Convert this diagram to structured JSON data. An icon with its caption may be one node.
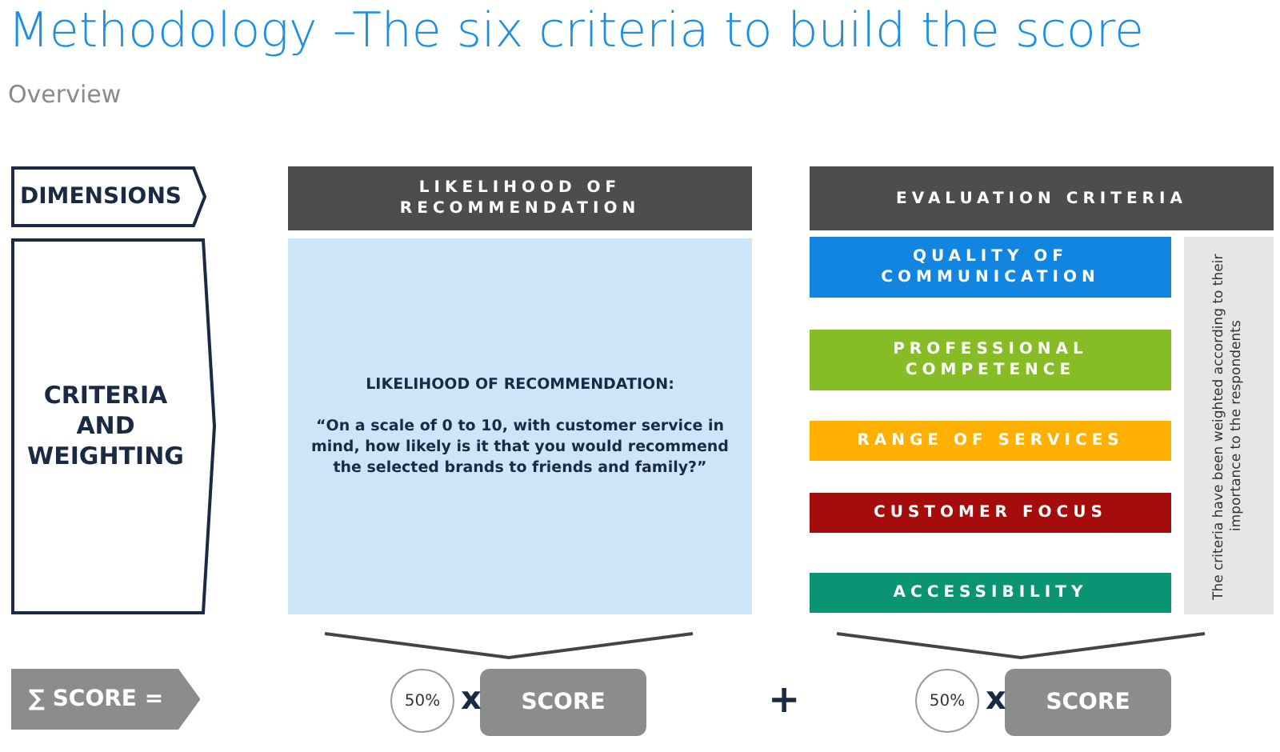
{
  "diagram": {
    "title": "Methodology –The six criteria to build the score",
    "nodes": [
      {
        "text": [
          "DIMENSIONS"
        ]
      },
      {
        "text": [
          "LIKELIHOOD OF RECOMMENDATION"
        ]
      },
      {
        "text": [
          "EVALUATION CRITERIA"
        ]
      },
      {
        "text": [
          "CRITERIA AND WEIGHTING"
        ]
      },
      {
        "text": [
          "LIKELIHOOD OF RECOMMENDATION:",
          "“On a scale of 0 to 10, with customer service in mind, how likely is it that you would recommend the selected brands to friends and family?”"
        ]
      },
      {
        "text": [
          "QUALITY OF COMMUNICATION"
        ]
      },
      {
        "text": [
          "PROFESSIONAL COMPETENCE"
        ]
      },
      {
        "text": [
          "RANGE OF SERVICES"
        ]
      },
      {
        "text": [
          "CUSTOMER FOCUS"
        ]
      },
      {
        "text": [
          "ACCESSIBILITY"
        ]
      },
      {
        "text": [
          "The criteria have been weighted according to their importance to the respondents"
        ]
      },
      {
        "text": [
          "∑ SCORE ="
        ]
      },
      {
        "text": [
          "50%"
        ]
      },
      {
        "text": [
          "SCORE"
        ]
      },
      {
        "text": [
          "50%"
        ]
      },
      {
        "text": [
          "SCORE"
        ]
      }
    ],
    "labels": [
      "Overview",
      "x",
      "+",
      "x"
    ]
  }
}
